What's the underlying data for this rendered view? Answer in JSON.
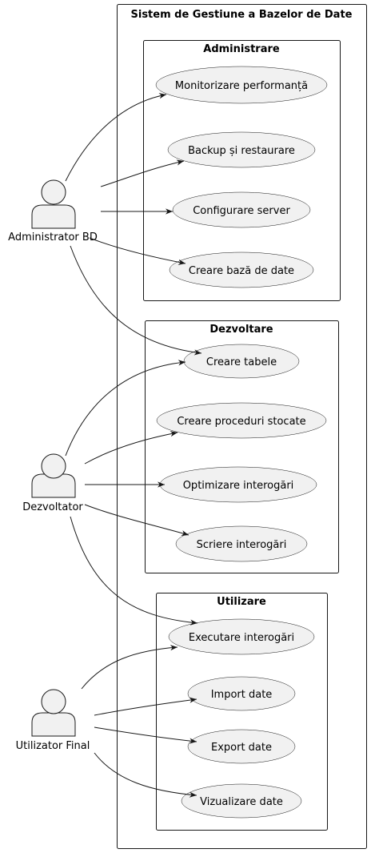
{
  "system": {
    "title": "Sistem de Gestiune a Bazelor de Date"
  },
  "packages": [
    {
      "title": "Administrare",
      "use_cases": [
        "Monitorizare performanță",
        "Backup și restaurare",
        "Configurare server",
        "Creare bază de date"
      ]
    },
    {
      "title": "Dezvoltare",
      "use_cases": [
        "Creare tabele",
        "Creare proceduri stocate",
        "Optimizare interogări",
        "Scriere interogări"
      ]
    },
    {
      "title": "Utilizare",
      "use_cases": [
        "Executare interogări",
        "Import date",
        "Export date",
        "Vizualizare date"
      ]
    }
  ],
  "actors": [
    {
      "label": "Administrator BD"
    },
    {
      "label": "Dezvoltator"
    },
    {
      "label": "Utilizator Final"
    }
  ],
  "colors": {
    "fill": "#f1f1f1",
    "line": "#181818"
  }
}
